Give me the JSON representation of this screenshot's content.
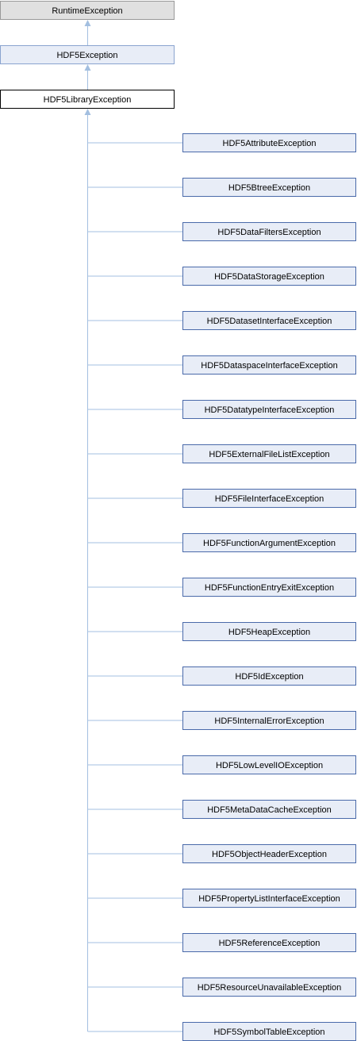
{
  "colors": {
    "root_fill": "#e0e0e0",
    "root_stroke": "#999999",
    "parent_fill": "#e8edf7",
    "parent_stroke": "#8aa4cf",
    "current_fill": "#ffffff",
    "current_stroke": "#000000",
    "child_fill": "#e8edf7",
    "child_stroke": "#4a6aaa",
    "edge": "#a3bfe0"
  },
  "root": {
    "label": "RuntimeException"
  },
  "parent": {
    "label": "HDF5Exception"
  },
  "current": {
    "label": "HDF5LibraryException"
  },
  "children": [
    {
      "label": "HDF5AttributeException"
    },
    {
      "label": "HDF5BtreeException"
    },
    {
      "label": "HDF5DataFiltersException"
    },
    {
      "label": "HDF5DataStorageException"
    },
    {
      "label": "HDF5DatasetInterfaceException"
    },
    {
      "label": "HDF5DataspaceInterfaceException"
    },
    {
      "label": "HDF5DatatypeInterfaceException"
    },
    {
      "label": "HDF5ExternalFileListException"
    },
    {
      "label": "HDF5FileInterfaceException"
    },
    {
      "label": "HDF5FunctionArgumentException"
    },
    {
      "label": "HDF5FunctionEntryExitException"
    },
    {
      "label": "HDF5HeapException"
    },
    {
      "label": "HDF5IdException"
    },
    {
      "label": "HDF5InternalErrorException"
    },
    {
      "label": "HDF5LowLevelIOException"
    },
    {
      "label": "HDF5MetaDataCacheException"
    },
    {
      "label": "HDF5ObjectHeaderException"
    },
    {
      "label": "HDF5PropertyListInterfaceException"
    },
    {
      "label": "HDF5ReferenceException"
    },
    {
      "label": "HDF5ResourceUnavailableException"
    },
    {
      "label": "HDF5SymbolTableException"
    }
  ]
}
